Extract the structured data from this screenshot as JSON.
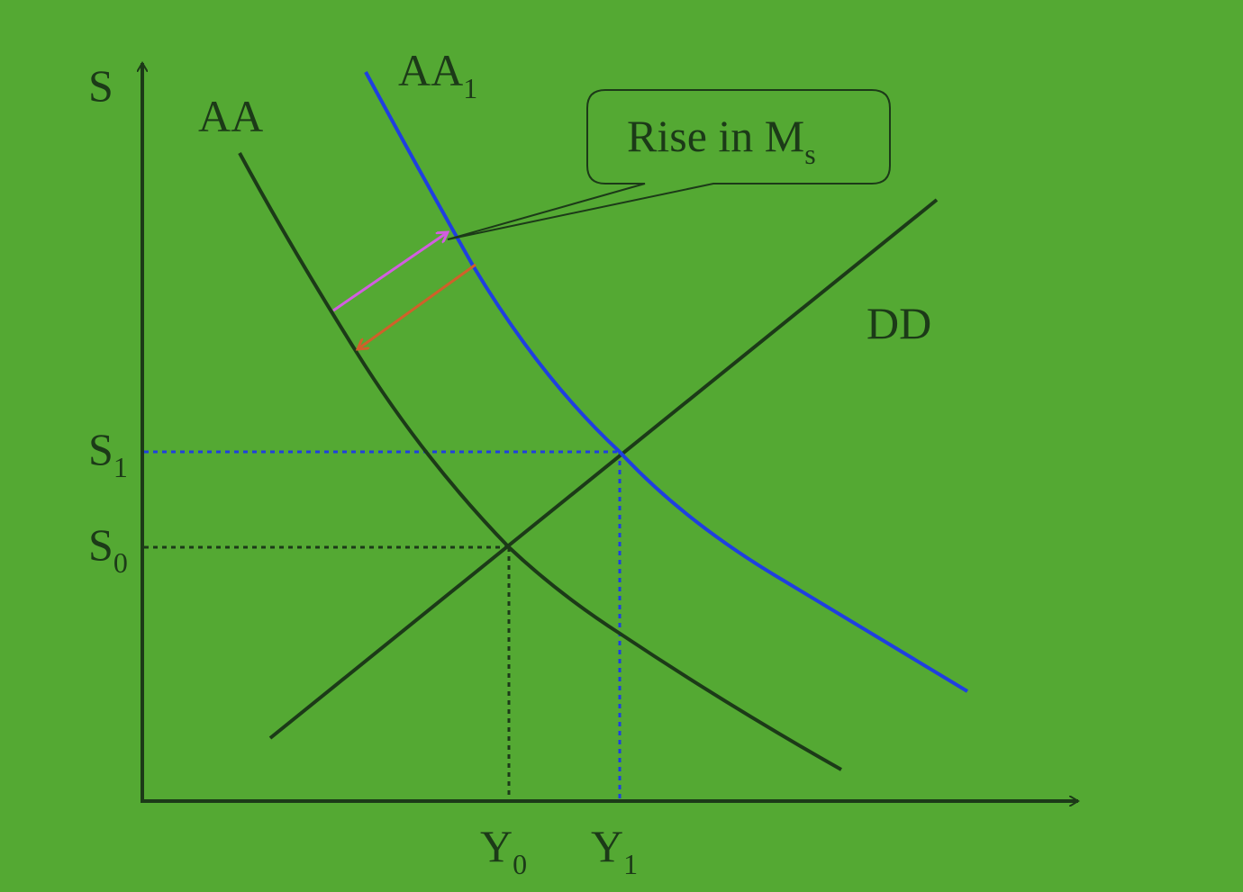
{
  "background_color": "#54a933",
  "colors": {
    "axis": "#1c3a18",
    "aa_curve": "#1c3a18",
    "aa1_curve": "#1f3fe0",
    "dd_curve": "#1c3a18",
    "arrow_out": "#d25ee0",
    "arrow_back": "#d0602a",
    "guide_s1": "#1f3fe0",
    "guide_s0": "#1c3a18"
  },
  "axes": {
    "y_label": "S",
    "ticks_y": [
      {
        "base": "S",
        "sub": "1"
      },
      {
        "base": "S",
        "sub": "0"
      }
    ],
    "ticks_x": [
      {
        "base": "Y",
        "sub": "0"
      },
      {
        "base": "Y",
        "sub": "1"
      }
    ]
  },
  "curves": {
    "aa": {
      "label": "AA"
    },
    "aa1": {
      "base": "AA",
      "sub": "1"
    },
    "dd": {
      "label": "DD"
    }
  },
  "callout": {
    "text": "Rise in M",
    "sub": "s"
  }
}
